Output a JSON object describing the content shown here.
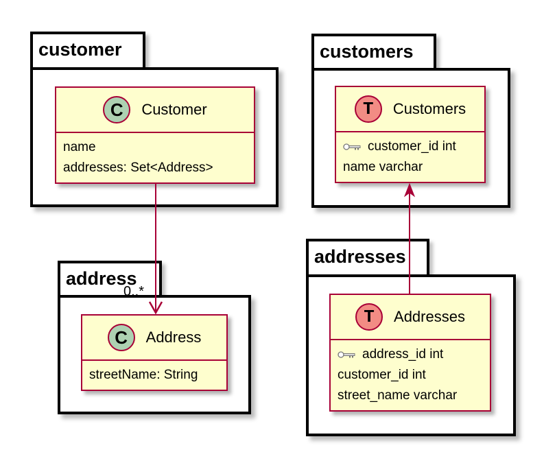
{
  "packages": {
    "customer": {
      "name": "customer",
      "class": {
        "stereotype_icon": "class-C-icon",
        "badge": "C",
        "name": "Customer",
        "attributes": [
          "name",
          "addresses: Set<Address>"
        ]
      }
    },
    "address": {
      "name": "address",
      "class": {
        "stereotype_icon": "class-C-icon",
        "badge": "C",
        "name": "Address",
        "attributes": [
          "streetName: String"
        ]
      }
    },
    "customers": {
      "name": "customers",
      "table": {
        "stereotype_icon": "table-T-icon",
        "badge": "T",
        "name": "Customers",
        "columns": [
          {
            "key": true,
            "text": "customer_id int"
          },
          {
            "key": false,
            "text": "name varchar"
          }
        ]
      }
    },
    "addresses": {
      "name": "addresses",
      "table": {
        "stereotype_icon": "table-T-icon",
        "badge": "T",
        "name": "Addresses",
        "columns": [
          {
            "key": true,
            "text": "address_id int"
          },
          {
            "key": false,
            "text": "customer_id int"
          },
          {
            "key": false,
            "text": "street_name varchar"
          }
        ]
      }
    }
  },
  "links": {
    "customer_to_address_multiplicity": "0..*"
  },
  "colors": {
    "class_fill": "#fefece",
    "border": "#a80036",
    "class_badge": "#add1b2",
    "table_badge": "#f28c84"
  }
}
